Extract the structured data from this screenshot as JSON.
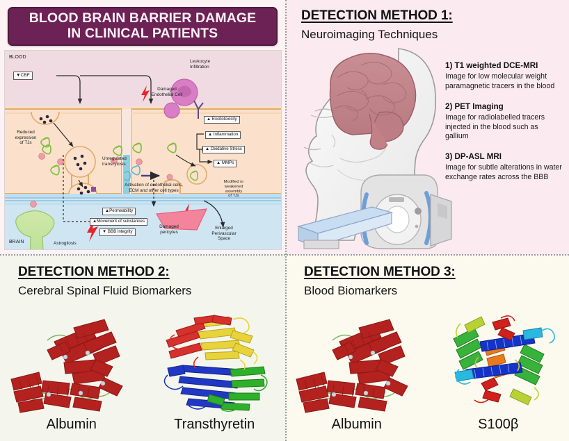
{
  "title_banner": {
    "line1": "BLOOD BRAIN BARRIER DAMAGE",
    "line2": "IN CLINICAL PATIENTS"
  },
  "colors": {
    "banner_bg": "#6d2255",
    "banner_text": "#fdf0f6",
    "panel_neuro_bg": "#fbeaf0",
    "panel_csf_bg": "#f4f6ee",
    "panel_blood_bg": "#fcfaef",
    "blood_region": "#f0dbe2",
    "endothelium": "#fadfc9",
    "brain_region": "#cfe6f2",
    "albumin_red": "#b3221f",
    "mri_blue": "#6f9ed8"
  },
  "diagram": {
    "region_blood_label": "BLOOD",
    "region_brain_label": "BRAIN",
    "cbf_box": "▼CBF",
    "reduced_tjs": "Reduced\nexpression\nof TJs",
    "cascade": [
      "▲ Excitotoxicity",
      "▲ Inflammation",
      "▲ Oxidative Stress",
      "▲ MMPs"
    ],
    "damaged_endothelial": "Damaged\nEndothelial Cell",
    "leukocyte": "Leukocyte\nInfiltration",
    "unregulated_transcytosis": "Unregulated\ntranscytosis",
    "modified_tjs": "Modified or\nweakened\nassembly\nof TJs",
    "activation": "Activation of endothelial cells,\nECM and other cell types",
    "damaged_pericytes": "Damaged\npericytes",
    "enlarged_pvs": "Enlarged\nPerivascular\nSpace",
    "astrogliosis": "Astrogliosis",
    "outcomes": [
      "▲Permeability",
      "▲Movement of substances",
      "▼ BBB integrity"
    ]
  },
  "method1": {
    "heading": "DETECTION METHOD 1:",
    "subheading": "Neuroimaging Techniques",
    "items": [
      {
        "title": "1) T1 weighted DCE-MRI",
        "desc": "Image for low molecular weight paramagnetic tracers in the blood"
      },
      {
        "title": "2) PET Imaging",
        "desc": "Image for radiolabelled tracers injected in the blood such as gallium"
      },
      {
        "title": "3) DP-ASL MRI",
        "desc": "Image for subtle alterations in water exchange rates across the BBB"
      }
    ]
  },
  "method2": {
    "heading": "DETECTION METHOD 2:",
    "subheading": "Cerebral Spinal Fluid Biomarkers",
    "biomarkers": [
      {
        "name": "Albumin",
        "structure": "alpha-helical-red"
      },
      {
        "name": "Transthyretin",
        "structure": "beta-sheet-tetramer-rainbow"
      }
    ]
  },
  "method3": {
    "heading": "DETECTION METHOD 3:",
    "subheading": "Blood Biomarkers",
    "biomarkers": [
      {
        "name": "Albumin",
        "structure": "alpha-helical-red"
      },
      {
        "name": "S100β",
        "structure": "helical-dimer-rainbow"
      }
    ]
  }
}
